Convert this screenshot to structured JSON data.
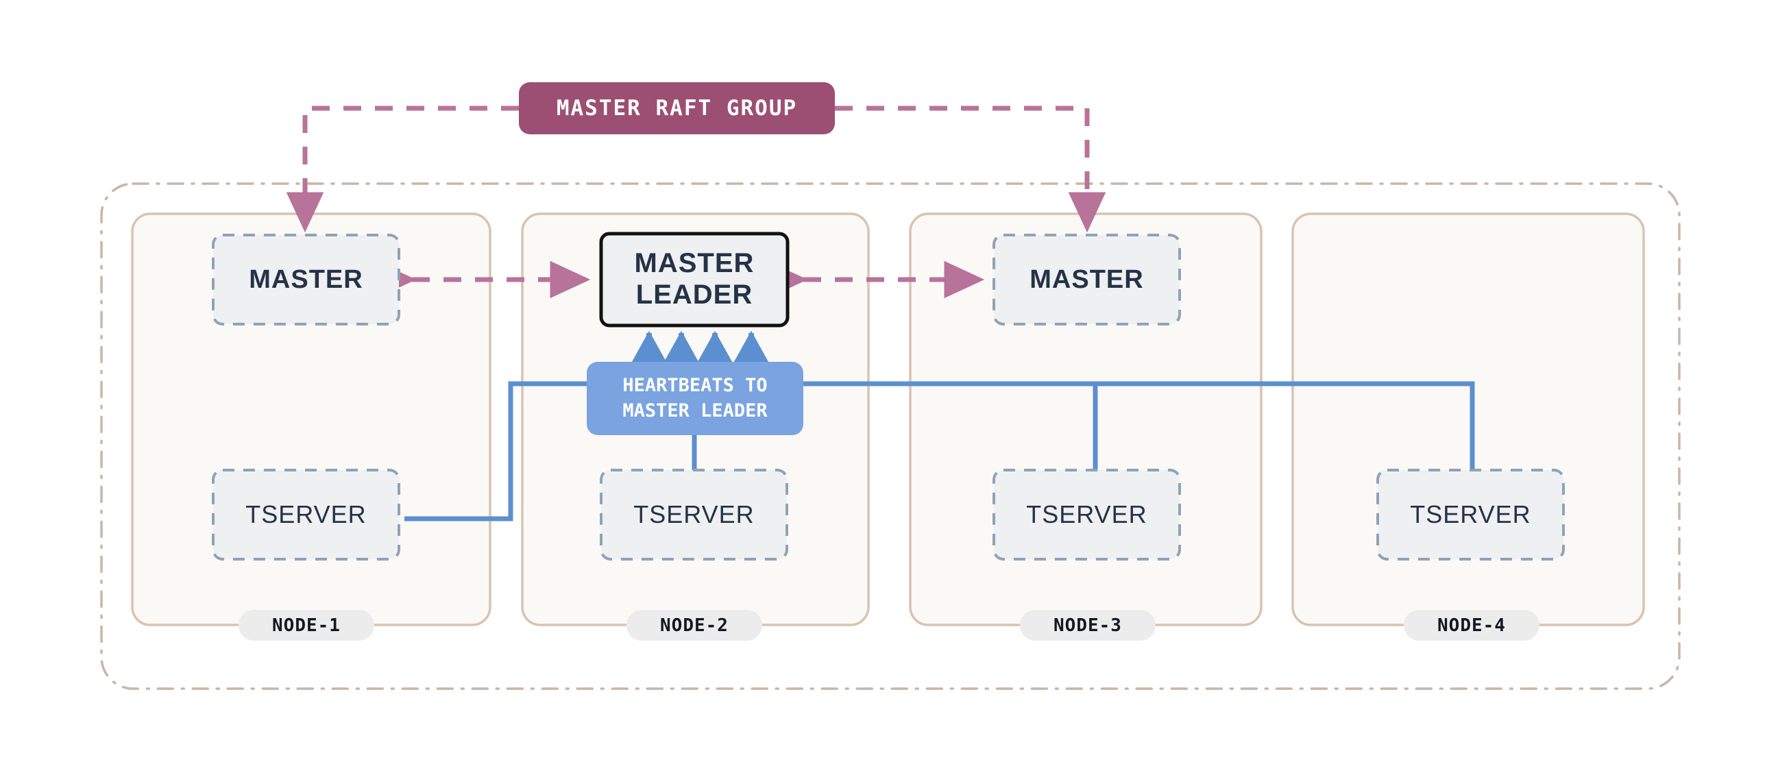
{
  "diagram": {
    "title": "YugabyteDB cluster master raft group and heartbeats",
    "colors": {
      "raft_group_fill": "#9c4f72",
      "raft_group_text": "#ffffff",
      "dashed_link": "#b8739a",
      "heartbeat_blue": "#5b8fcf",
      "heartbeat_fill": "#7aa3e0",
      "node_border": "#d9c3b0",
      "node_fill": "#fbf9f6",
      "inner_box_fill": "#eef0f1",
      "inner_box_border": "#8fa3b8",
      "leader_border": "#000000",
      "text_dark": "#253247",
      "outer_border": "#c9b6a6",
      "node_pill_fill": "#ececed"
    }
  },
  "raft_group": {
    "label": "MASTER RAFT GROUP"
  },
  "heartbeats": {
    "line1": "HEARTBEATS TO",
    "line2": "MASTER LEADER",
    "arrow_count": 4
  },
  "nodes": [
    {
      "id": "node-1",
      "label": "NODE-1",
      "master": {
        "label": "MASTER",
        "is_leader": false
      },
      "tserver": {
        "label": "TSERVER"
      }
    },
    {
      "id": "node-2",
      "label": "NODE-2",
      "master": {
        "label_line1": "MASTER",
        "label_line2": "LEADER",
        "is_leader": true
      },
      "tserver": {
        "label": "TSERVER"
      }
    },
    {
      "id": "node-3",
      "label": "NODE-3",
      "master": {
        "label": "MASTER",
        "is_leader": false
      },
      "tserver": {
        "label": "TSERVER"
      }
    },
    {
      "id": "node-4",
      "label": "NODE-4",
      "master": null,
      "tserver": {
        "label": "TSERVER"
      }
    }
  ]
}
